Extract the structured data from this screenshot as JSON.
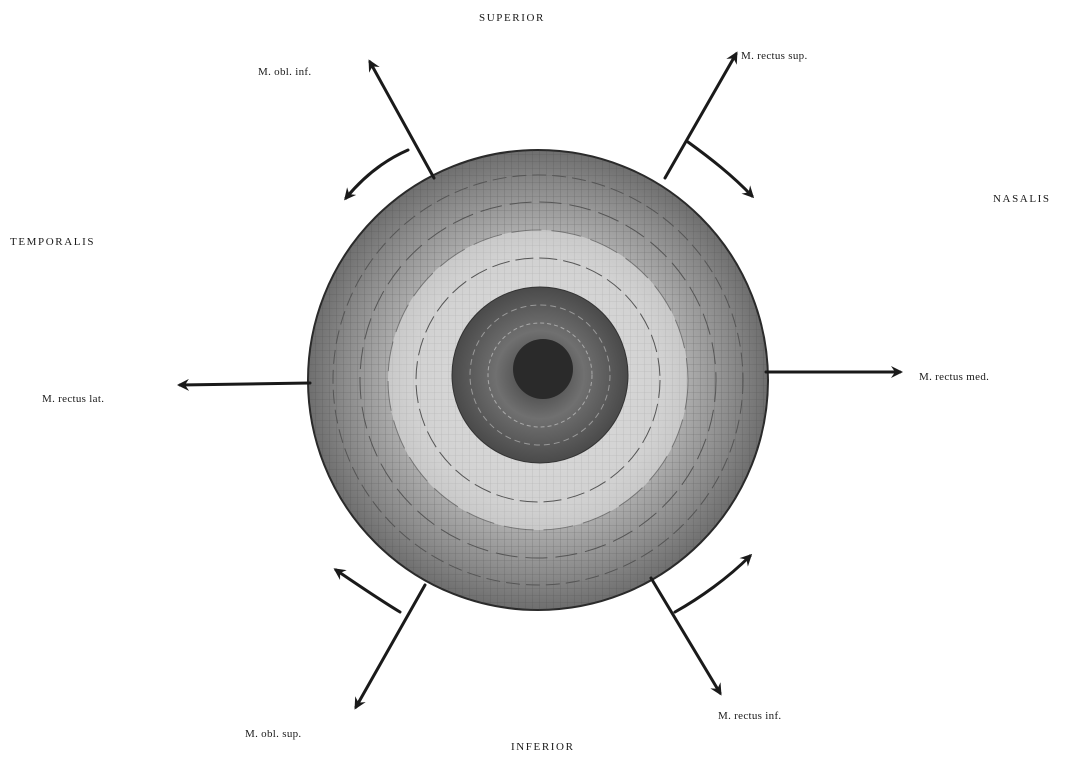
{
  "directions": {
    "superior": "SUPERIOR",
    "inferior": "INFERIOR",
    "temporalis": "TEMPORALIS",
    "nasalis": "NASALIS"
  },
  "muscles": {
    "obl_inf": "M. obl. inf.",
    "rectus_sup": "M. rectus sup.",
    "rectus_lat": "M. rectus lat.",
    "rectus_med": "M. rectus med.",
    "obl_sup": "M. obl. sup.",
    "rectus_inf": "M. rectus inf."
  },
  "colors": {
    "ink": "#1a1a1a",
    "globe_shade": "#6e6e6e",
    "iris": "#555555",
    "pupil": "#2a2a2a"
  }
}
